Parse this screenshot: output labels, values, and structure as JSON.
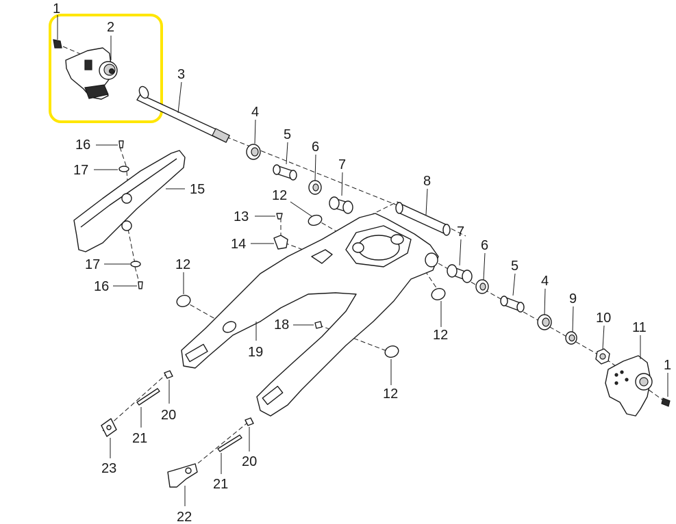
{
  "highlight_color": "#ffe600",
  "callouts": {
    "c1a": "1",
    "c2": "2",
    "c3": "3",
    "c4a": "4",
    "c5a": "5",
    "c6a": "6",
    "c7a": "7",
    "c8": "8",
    "c7b": "7",
    "c6b": "6",
    "c5b": "5",
    "c4b": "4",
    "c9": "9",
    "c10": "10",
    "c11": "11",
    "c1b": "1",
    "c12a": "12",
    "c12b": "12",
    "c12c": "12",
    "c12d": "12",
    "c13": "13",
    "c14": "14",
    "c15": "15",
    "c16a": "16",
    "c16b": "16",
    "c17a": "17",
    "c17b": "17",
    "c18": "18",
    "c19": "19",
    "c20a": "20",
    "c20b": "20",
    "c21a": "21",
    "c21b": "21",
    "c22": "22",
    "c23": "23"
  }
}
